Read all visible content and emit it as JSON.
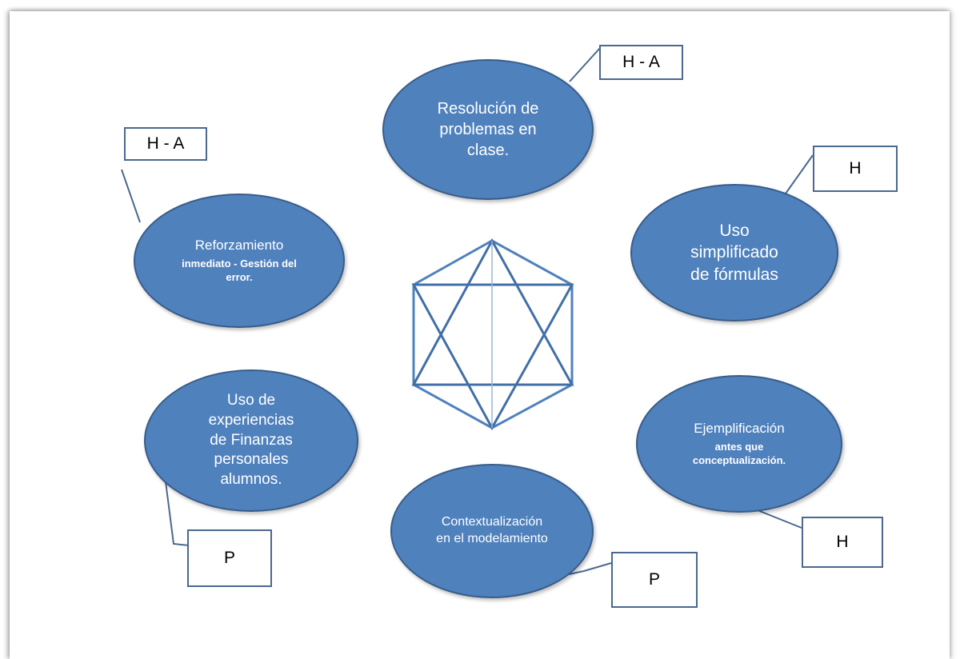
{
  "nodes": {
    "resolucion": {
      "text": "Resolución de problemas en clase.",
      "tag": "H - A"
    },
    "uso_formulas": {
      "text": "Uso simplificado de fórmulas",
      "tag": "H"
    },
    "ejemplificacion": {
      "title": "Ejemplificación",
      "text": "antes que conceptualización.",
      "tag": "H"
    },
    "contextualizacion": {
      "text": "Contextualización en el modelamiento",
      "tag": "P"
    },
    "experiencias": {
      "text": "Uso de experiencias de Finanzas personales alumnos.",
      "tag": "P"
    },
    "reforzamiento": {
      "title": "Reforzamiento",
      "text": "inmediato - Gestión del error.",
      "tag": "H - A"
    }
  },
  "colors": {
    "ellipse_fill": "#4f81bd",
    "ellipse_border": "#385d8a",
    "connector": "#4a6890",
    "hexagram_stroke": "#4f81bd"
  },
  "icons": {
    "center_figure": "hexagram-in-hexagon-icon"
  }
}
